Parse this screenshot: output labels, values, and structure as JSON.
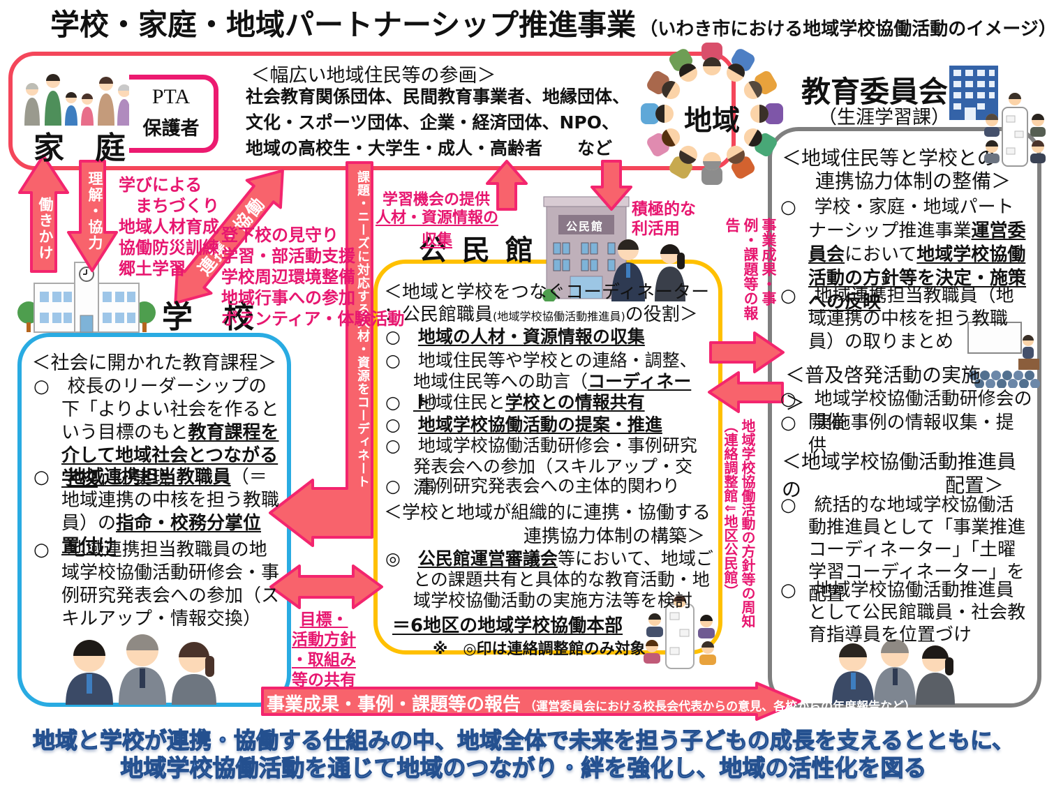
{
  "title": {
    "main": "学校・家庭・地域パートナーシップ推進事業",
    "sub": "（いわき市における地域学校協働活動のイメージ）"
  },
  "colors": {
    "arrow_fill": "#F8636C",
    "arrow_border": "#F3256E",
    "red_box": "#F4465A",
    "magenta": "#EC1A70",
    "blue_box": "#29ABE2",
    "yellow_box": "#FFC000",
    "gray_box": "#7F7F7F",
    "pink_text": "#E7166F",
    "footer_blue": "#5B8BD0"
  },
  "family": {
    "label": "家　庭",
    "pta": "PTA",
    "parents": "保護者"
  },
  "participation": {
    "heading": "＜幅広い地域住民等の参画＞",
    "lines": [
      "社会教育関係団体、民間教育事業者、地縁団体、",
      "文化・スポーツ団体、企業・経済団体、NPO、",
      "地域の高校生・大学生・成人・高齢者　　など"
    ]
  },
  "region": {
    "label": "地域"
  },
  "board": {
    "title": "教育委員会",
    "subtitle": "（生涯学習課）"
  },
  "school": {
    "label": "学　校"
  },
  "kominkan": {
    "label": "公 民 館",
    "sign": "公民館"
  },
  "annotations": {
    "hatarakikake": "働きかけ",
    "rikai": "理解・協力",
    "renkei": "連携・協働",
    "manabi": [
      "学びによる",
      "　まちづくり",
      "地域人材育成",
      "協働防災訓練",
      "郷土学習"
    ],
    "mimamori": [
      "登下校の見守り",
      "学習・部活動支援",
      "学校周辺環境整備",
      "地域行事への参加",
      "ボランティア・体験活動"
    ],
    "gakushu1": "学習機会の提供",
    "gakushu2": "人材・資源情報の収集",
    "sekkyoku": [
      "積極的な",
      "利活用"
    ],
    "band": "課題・ニーズに対応する人材・資源をコーディネート",
    "seika_vertical": "事業成果・事例・課題等の報告",
    "shuchi_vertical": "地域学校協働活動の方針等の周知（連絡調整館⇓地区公民館）",
    "mokuhyo": [
      "目標・",
      "活動方針",
      "・取組み",
      "等の共有"
    ]
  },
  "school_box": {
    "heading": "＜社会に開かれた教育課程＞",
    "b1": [
      {
        "t": "○　校長のリーダーシップの下「よりよい社会を作るという目標のもと"
      },
      {
        "t": "教育課程を介して地域社会とつながる学校",
        "b": 1,
        "u": 1
      },
      {
        "t": "」の実現"
      }
    ],
    "b2": [
      {
        "t": "○　"
      },
      {
        "t": "地域連携担当教職員",
        "b": 1,
        "u": 1
      },
      {
        "t": "（＝地域連携の中核を担う教職員）の"
      },
      {
        "t": "指命・校務分掌位置付け",
        "b": 1,
        "u": 1
      }
    ],
    "b3": [
      {
        "t": "○　地域連携担当教職員の地域学校協働活動研修会・事例研究発表会への参加（スキルアップ・情報交換）"
      }
    ]
  },
  "center_box": {
    "h1a": "＜地域と学校をつなぐコーディネーター",
    "h1b": [
      {
        "t": "：公民館職員"
      },
      {
        "t": "(地域学校協働活動推進員)",
        "sm": 1
      },
      {
        "t": "の役割＞"
      }
    ],
    "b1": [
      {
        "t": "○　"
      },
      {
        "t": "地域の人材・資源情報の収集",
        "b": 1,
        "u": 1
      }
    ],
    "b2": [
      {
        "t": "○　地域住民等や学校との連絡・調整、地域住民等への助言（"
      },
      {
        "t": "コーディネート",
        "b": 1,
        "u": 1
      },
      {
        "t": "）"
      }
    ],
    "b3": [
      {
        "t": "○　地域住民と"
      },
      {
        "t": "学校との情報共有",
        "b": 1,
        "u": 1
      }
    ],
    "b4": [
      {
        "t": "○　"
      },
      {
        "t": "地域学校協働活動の提案・推進",
        "b": 1,
        "u": 1
      }
    ],
    "b5": [
      {
        "t": "○　地域学校協働活動研修会・事例研究発表会への参加（スキルアップ・交流）"
      }
    ],
    "b6": [
      {
        "t": "○　事例研究発表会への主体的関わり"
      }
    ],
    "h2a": "＜学校と地域が組織的に連携・協働する",
    "h2b": "連携協力体制の構築＞",
    "b7": [
      {
        "t": "◎　"
      },
      {
        "t": "公民館運営審議会",
        "b": 1,
        "u": 1
      },
      {
        "t": "等において、地域ごとの課題共有と具体的な教育活動・地域学校協働活動の実施方法等を検討"
      }
    ],
    "b8": [
      {
        "t": "＝6地区の地域学校協働本部",
        "b": 1,
        "u": 1
      }
    ],
    "note": "※　◎印は連絡調整館のみ対象"
  },
  "right_box": {
    "h1a": "＜地域住民等と学校との",
    "h1b": "連携協力体制の整備＞",
    "b1": [
      {
        "t": "○　学校・家庭・地域パートナーシップ推進事業"
      },
      {
        "t": "運営委員会",
        "b": 1,
        "u": 1
      },
      {
        "t": "において"
      },
      {
        "t": "地域学校協働活動の方針等を決定・施策への反映",
        "b": 1,
        "u": 1
      }
    ],
    "b2": [
      {
        "t": "○　地域連携担当教職員（地域連携の中核を担う教職員）の取りまとめ"
      }
    ],
    "h2": "＜普及啓発活動の実施＞",
    "b3": [
      {
        "t": "○　地域学校協働活動研修会の開催"
      }
    ],
    "b4": [
      {
        "t": "○　実施事例の情報収集・提供"
      }
    ],
    "h3a": "＜地域学校協働活動推進員の",
    "h3b": "配置＞",
    "b5": [
      {
        "t": "○　統括的な地域学校協働活動推進員として「事業推進コーディネーター」「土曜学習コーディネーター」を配置"
      }
    ],
    "b6": [
      {
        "t": "○　地域学校協働活動推進員として公民館職員・社会教育指導員を位置づけ"
      }
    ]
  },
  "banner": {
    "main": "事業成果・事例・課題等の報告",
    "paren": "（運営委員会における校長会代表からの意見、各校からの年度報告など）"
  },
  "footer": {
    "line1": "地域と学校が連携・協働する仕組みの中、地域全体で未来を担う子どもの成長を支えるとともに、",
    "line2": "地域学校協働活動を通じて地域のつながり・絆を強化し、地域の活性化を図る"
  }
}
